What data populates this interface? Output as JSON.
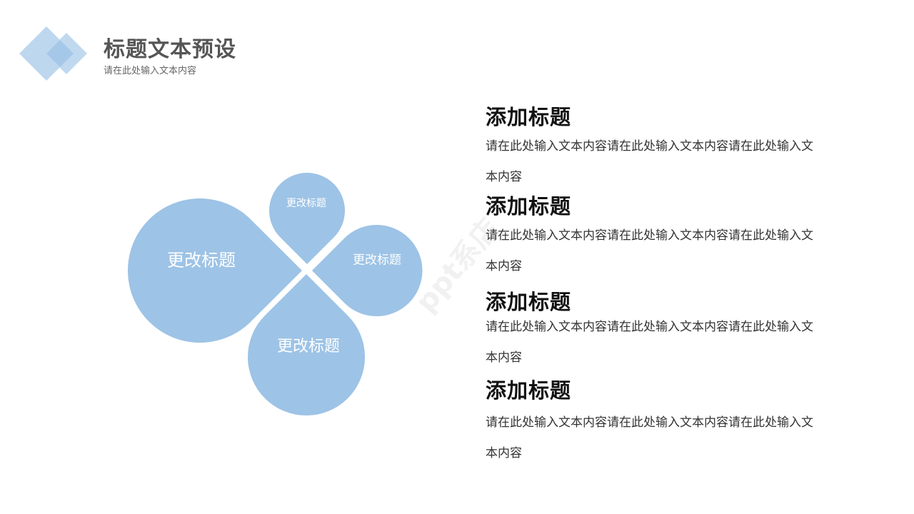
{
  "header": {
    "title": "标题文本预设",
    "subtitle": "请在此处输入文本内容",
    "logo_icon": "overlapping-diamonds-icon"
  },
  "colors": {
    "petal_fill": "#9dc3e6",
    "logo_light": "#bdd7ee",
    "logo_overlap": "#a6c8e8",
    "title": "#555555",
    "item_title": "#111111",
    "item_body": "#333333"
  },
  "diagram": {
    "petals": [
      {
        "position": "left",
        "label": "更改标题"
      },
      {
        "position": "top",
        "label": "更改标题"
      },
      {
        "position": "right",
        "label": "更改标题"
      },
      {
        "position": "bottom",
        "label": "更改标题"
      }
    ]
  },
  "watermark": "ppt系店",
  "items": [
    {
      "title": "添加标题",
      "body": "请在此处输入文本内容请在此处输入文本内容请在此处输入文本内容"
    },
    {
      "title": "添加标题",
      "body": "请在此处输入文本内容请在此处输入文本内容请在此处输入文本内容"
    },
    {
      "title": "添加标题",
      "body": "请在此处输入文本内容请在此处输入文本内容请在此处输入文本内容"
    },
    {
      "title": "添加标题",
      "body": "请在此处输入文本内容请在此处输入文本内容请在此处输入文本内容"
    }
  ]
}
